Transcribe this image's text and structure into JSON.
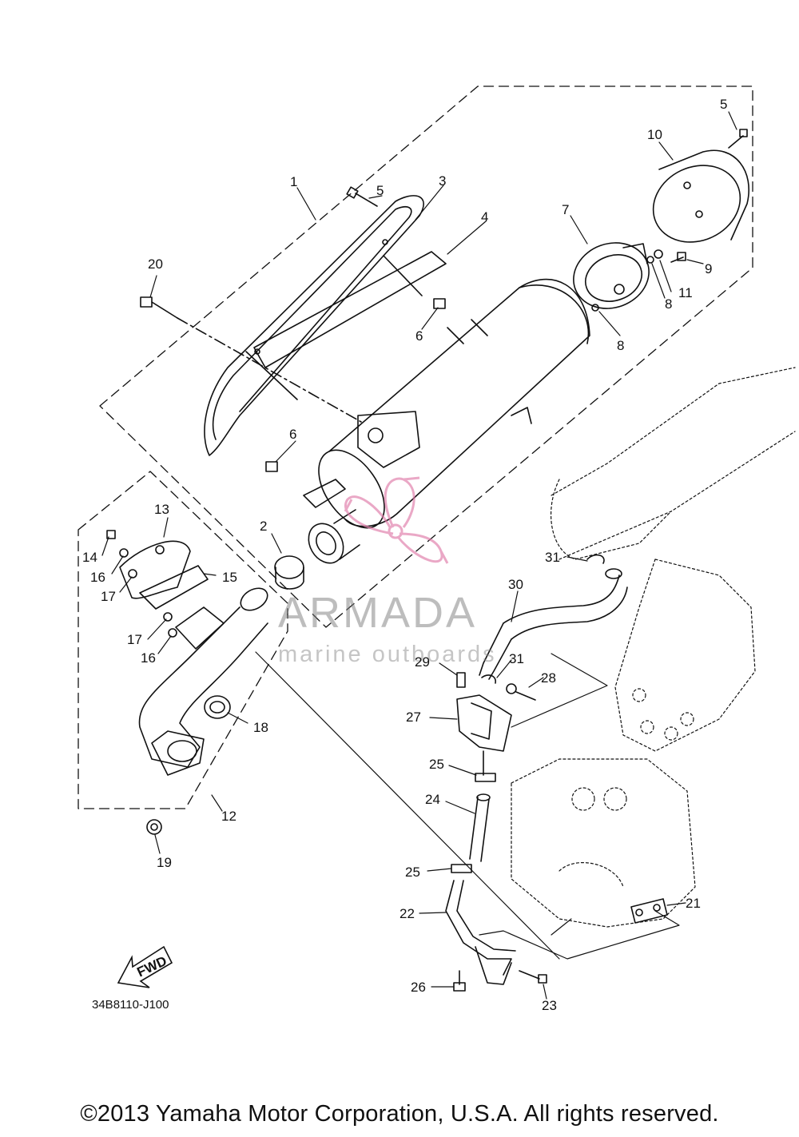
{
  "diagram": {
    "callouts": {
      "c1": "1",
      "c2": "2",
      "c3": "3",
      "c4": "4",
      "c5a": "5",
      "c5b": "5",
      "c6a": "6",
      "c6b": "6",
      "c7": "7",
      "c8a": "8",
      "c8b": "8",
      "c9": "9",
      "c10": "10",
      "c11": "11",
      "c12": "12",
      "c13": "13",
      "c14": "14",
      "c15": "15",
      "c16a": "16",
      "c16b": "16",
      "c17a": "17",
      "c17b": "17",
      "c18": "18",
      "c19": "19",
      "c20": "20",
      "c21": "21",
      "c22": "22",
      "c23": "23",
      "c24": "24",
      "c25a": "25",
      "c25b": "25",
      "c26": "26",
      "c27": "27",
      "c28": "28",
      "c29": "29",
      "c30": "30",
      "c31a": "31",
      "c31b": "31"
    },
    "fwd_label": "FWD",
    "drawing_code": "34B8110-J100"
  },
  "watermark": {
    "brand": "ARMADA",
    "tagline": "marine outboards",
    "accent_color": "#e07aa8"
  },
  "copyright": "©2013 Yamaha Motor Corporation, U.S.A. All rights reserved."
}
